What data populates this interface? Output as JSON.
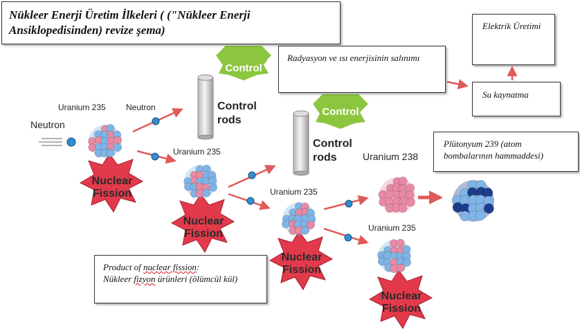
{
  "title": "Nükleer Enerji Üretim İlkeleri ( (\"Nükleer Enerji Ansiklopedisinden) revize şema)",
  "boxes": {
    "radiation": "Radyasyon ve ısı enerjisinin salınımı",
    "electricity": "Elektrik Üretimi",
    "boiling": "Su kaynatma",
    "plutonium": "Plütonyum 239 (atom bombalarının hammaddesi)",
    "product_line1_a": "Product of ",
    "product_line1_b": "nuclear fission",
    "product_line1_c": ":",
    "product_line2_a": "Nükleer ",
    "product_line2_b": "fizyon",
    "product_line2_c": " ürünleri (ölümcül kül)"
  },
  "labels": {
    "neutron_incoming": "Neutron",
    "neutron": "Neutron",
    "u235_a": "Uranium 235",
    "u235_b": "Uranium 235",
    "u235_c": "Uranium 235",
    "u235_d": "Uranium 235",
    "u238": "Uranium 238",
    "control": "Control",
    "control_rods_line1": "Control",
    "control_rods_line2": "rods",
    "fission_line1": "Nuclear",
    "fission_line2": "Fission"
  },
  "colors": {
    "arrow": "#e05a5a",
    "neutron": "#2f8fd0",
    "star": "#e23a4b",
    "control_badge": "#8cc63f",
    "proton": "#e98aa4",
    "neutron_ball": "#7fb4e6",
    "plutonium_core": "#1e3c8c"
  }
}
